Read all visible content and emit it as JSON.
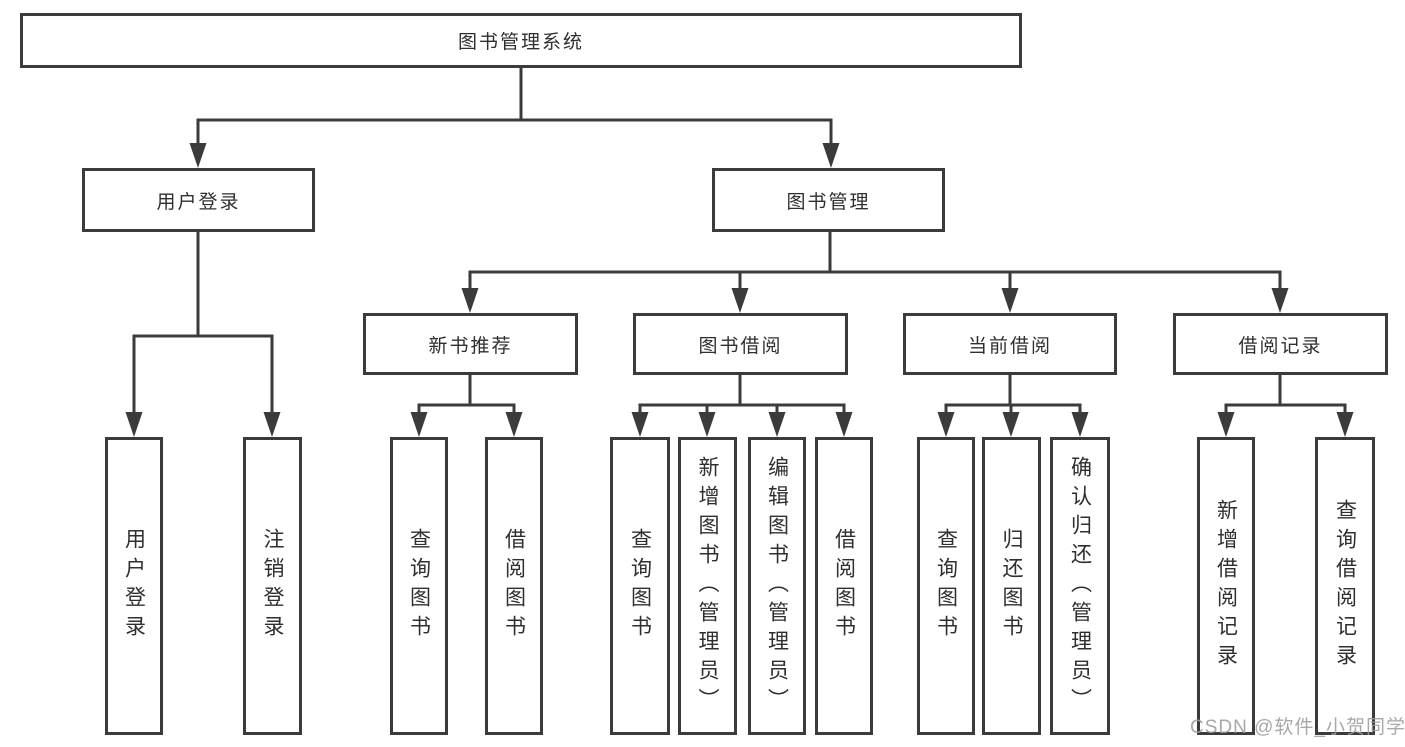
{
  "diagram": {
    "root": {
      "label": "图书管理系统"
    },
    "level2": [
      {
        "label": "用户登录"
      },
      {
        "label": "图书管理"
      }
    ],
    "level3": [
      {
        "label": "新书推荐"
      },
      {
        "label": "图书借阅"
      },
      {
        "label": "当前借阅"
      },
      {
        "label": "借阅记录"
      }
    ],
    "leaves": {
      "user_login": [
        "用户登录",
        "注销登录"
      ],
      "new_books": [
        "查询图书",
        "借阅图书"
      ],
      "borrow": [
        "查询图书",
        "新增图书（管理员）",
        "编辑图书（管理员）",
        "借阅图书"
      ],
      "current": [
        "查询图书",
        "归还图书",
        "确认归还（管理员）"
      ],
      "records": [
        "新增借阅记录",
        "查询借阅记录"
      ]
    },
    "watermark": "CSDN @软件_小贺同学",
    "colors": {
      "line": "#3b3b3b",
      "box_border": "#3b3b3b",
      "text": "#2f2f2f",
      "watermark": "#9e9e9e",
      "background": "#ffffff"
    }
  }
}
